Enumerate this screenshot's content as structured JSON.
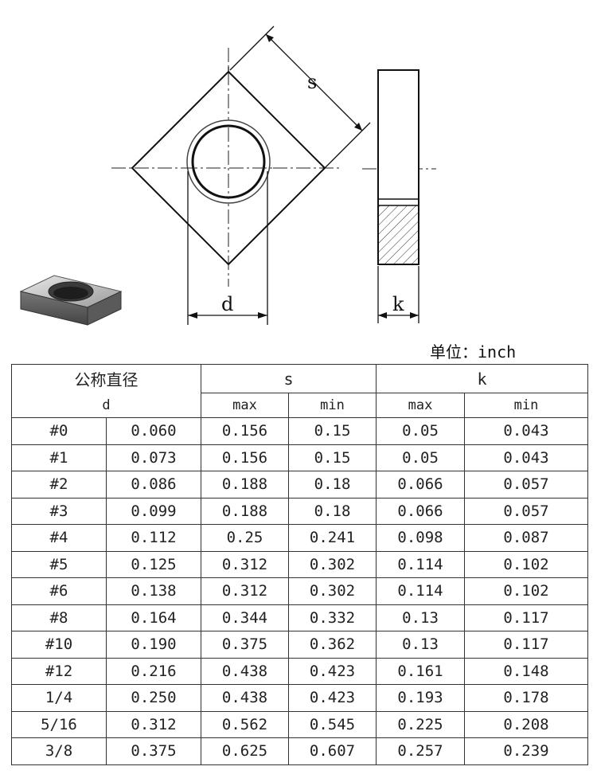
{
  "drawing": {
    "labels": {
      "s": "s",
      "d": "d",
      "k": "k"
    }
  },
  "unit_label": "单位：inch",
  "table": {
    "header": {
      "d_title": "公称直径",
      "d_symbol": "d",
      "s_symbol": "s",
      "k_symbol": "k",
      "max": "max",
      "min": "min"
    },
    "rows": [
      [
        "#0",
        "0.060",
        "0.156",
        "0.15",
        "0.05",
        "0.043"
      ],
      [
        "#1",
        "0.073",
        "0.156",
        "0.15",
        "0.05",
        "0.043"
      ],
      [
        "#2",
        "0.086",
        "0.188",
        "0.18",
        "0.066",
        "0.057"
      ],
      [
        "#3",
        "0.099",
        "0.188",
        "0.18",
        "0.066",
        "0.057"
      ],
      [
        "#4",
        "0.112",
        "0.25",
        "0.241",
        "0.098",
        "0.087"
      ],
      [
        "#5",
        "0.125",
        "0.312",
        "0.302",
        "0.114",
        "0.102"
      ],
      [
        "#6",
        "0.138",
        "0.312",
        "0.302",
        "0.114",
        "0.102"
      ],
      [
        "#8",
        "0.164",
        "0.344",
        "0.332",
        "0.13",
        "0.117"
      ],
      [
        "#10",
        "0.190",
        "0.375",
        "0.362",
        "0.13",
        "0.117"
      ],
      [
        "#12",
        "0.216",
        "0.438",
        "0.423",
        "0.161",
        "0.148"
      ],
      [
        "1/4",
        "0.250",
        "0.438",
        "0.423",
        "0.193",
        "0.178"
      ],
      [
        "5/16",
        "0.312",
        "0.562",
        "0.545",
        "0.225",
        "0.208"
      ],
      [
        "3/8",
        "0.375",
        "0.625",
        "0.607",
        "0.257",
        "0.239"
      ]
    ]
  }
}
